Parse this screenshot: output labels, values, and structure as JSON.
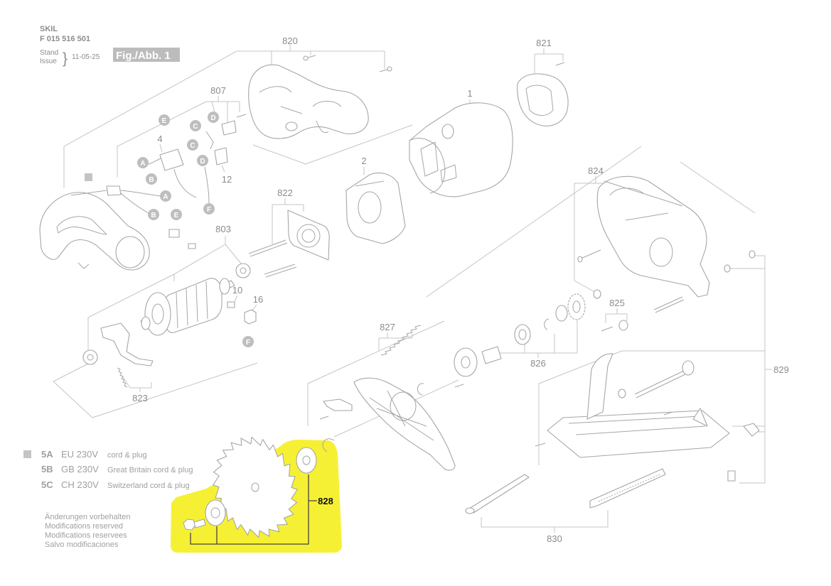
{
  "header": {
    "brand": "SKIL",
    "part_number": "F 015 516 501",
    "stand_label": "Stand",
    "issue_label": "Issue",
    "brace": "}",
    "date": "11-05-25",
    "figure_label": "Fig./Abb. 1"
  },
  "part_numbers": {
    "p820": "820",
    "p821": "821",
    "p807": "807",
    "p1": "1",
    "p4": "4",
    "p12": "12",
    "p2": "2",
    "p822": "822",
    "p803": "803",
    "p10": "10",
    "p16": "16",
    "p823": "823",
    "p824": "824",
    "p825": "825",
    "p827": "827",
    "p826": "826",
    "p829": "829",
    "p828": "828",
    "p830": "830"
  },
  "connector_letters": [
    "E",
    "C",
    "D",
    "C",
    "A",
    "D",
    "B",
    "A",
    "B",
    "E",
    "F",
    "F"
  ],
  "legend": [
    {
      "code": "5A",
      "voltage": "EU 230V",
      "description": "cord & plug"
    },
    {
      "code": "5B",
      "voltage": "GB 230V",
      "description": "Great Britain cord & plug"
    },
    {
      "code": "5C",
      "voltage": "CH 230V",
      "description": "Switzerland cord & plug"
    }
  ],
  "notes": [
    "Änderungen vorbehalten",
    "Modifications reserved",
    "Modifications reservees",
    "Salvo modificaciones"
  ],
  "colors": {
    "highlight": "#f6f034",
    "line": "#c4c4c4",
    "text": "#8c8c8c",
    "badge": "#bebebe"
  }
}
